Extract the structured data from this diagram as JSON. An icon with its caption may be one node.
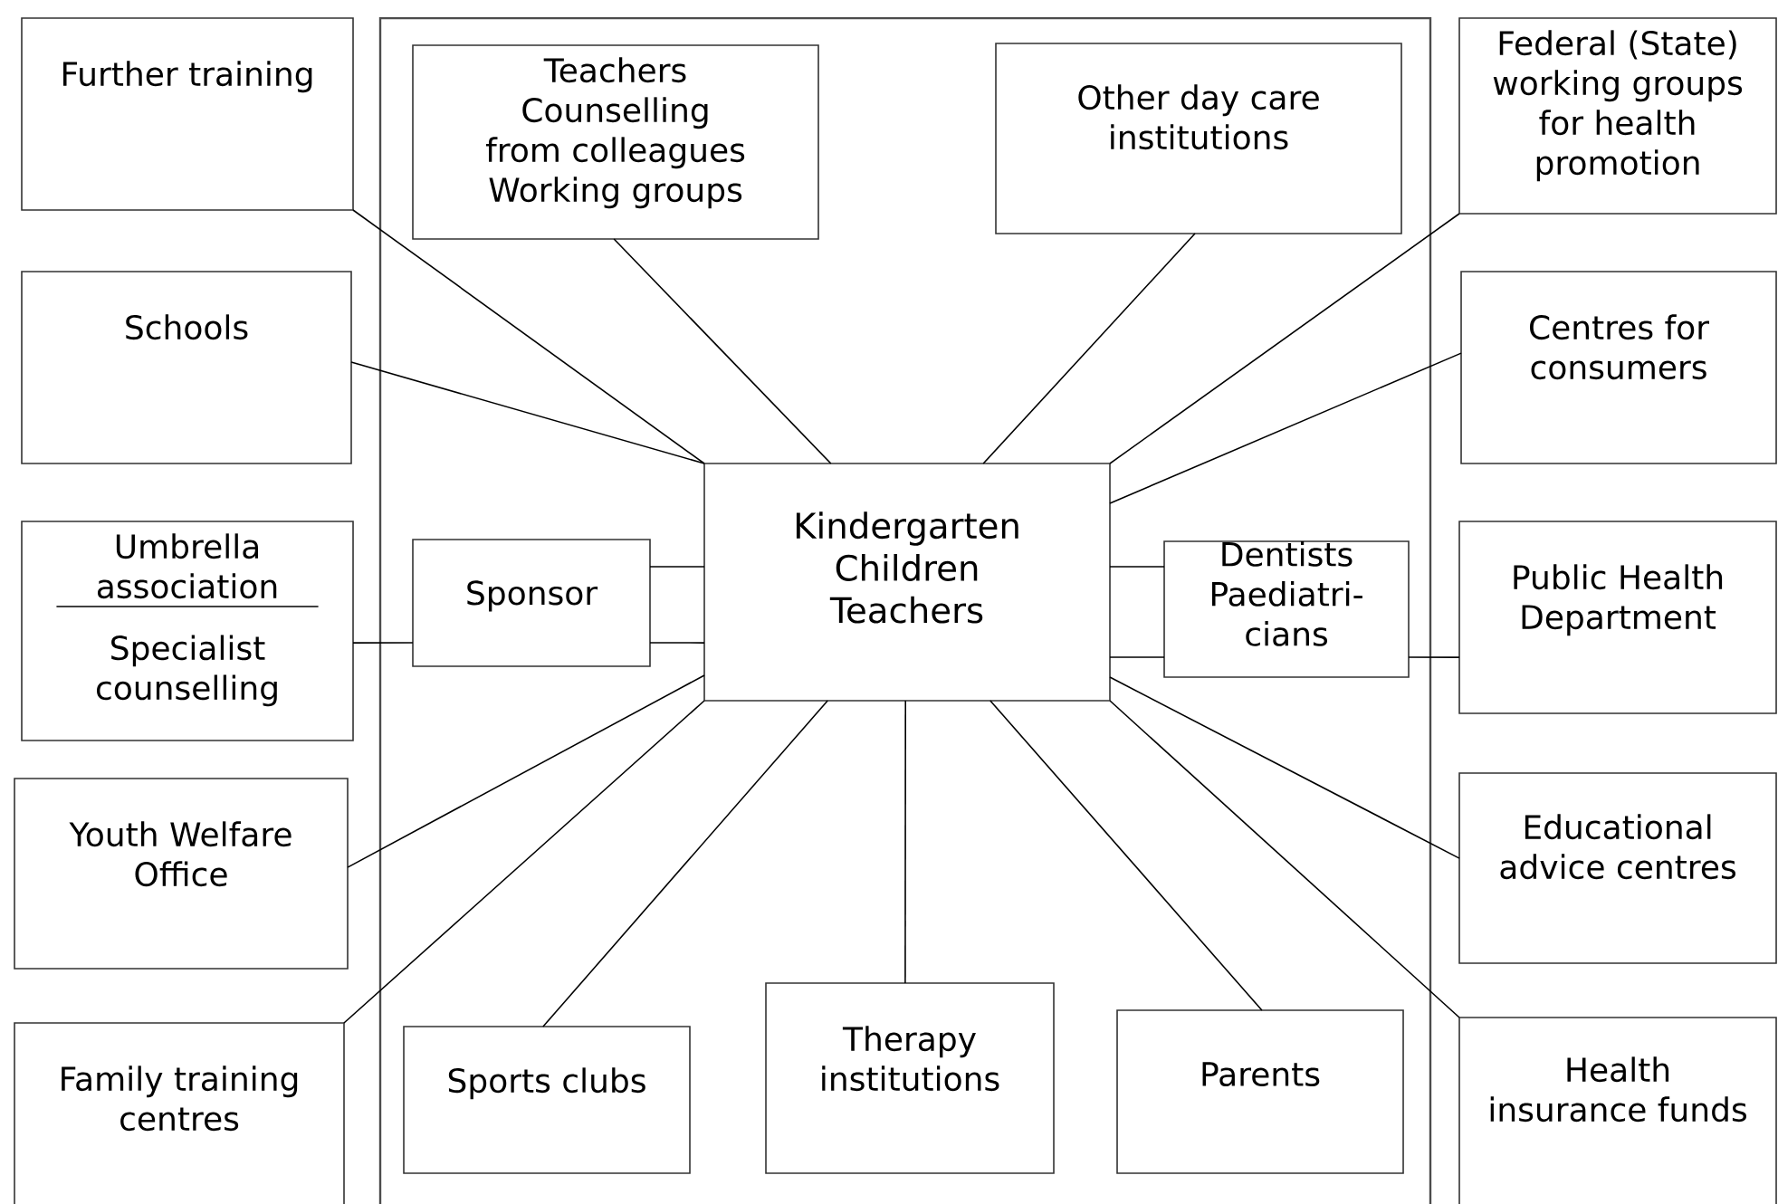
{
  "diagram": {
    "nodes": [
      {
        "text": [],
        "shape": "box"
      },
      {
        "text": [
          "Further training"
        ]
      },
      {
        "text": [
          "Teachers Counselling from colleagues Working groups"
        ],
        "in": 0
      },
      {
        "text": [
          "Other day care institutions"
        ],
        "in": 0
      },
      {
        "text": [
          "Federal (State) working groups for health promotion"
        ]
      },
      {
        "text": [
          "Schools"
        ]
      },
      {
        "text": [
          "Centres for consumers"
        ]
      },
      {
        "text": [
          "Kindergarten Children Teachers"
        ],
        "in": 0
      },
      {
        "text": [
          "Umbrella association",
          "Specialist counselling"
        ]
      },
      {
        "text": [
          "Sponsor"
        ],
        "in": 0
      },
      {
        "text": [
          "Dentists Paediatri- cians"
        ],
        "in": 0
      },
      {
        "text": [
          "Public Health Department"
        ]
      },
      {
        "text": [
          "Youth Welfare Office"
        ]
      },
      {
        "text": [
          "Educational advice centres"
        ]
      },
      {
        "text": [
          "Family training centres"
        ]
      },
      {
        "text": [
          "Sports clubs"
        ],
        "in": 0
      },
      {
        "text": [
          "Therapy institutions"
        ],
        "in": 0
      },
      {
        "text": [
          "Parents"
        ],
        "in": 0
      },
      {
        "text": [
          "Health insurance funds"
        ]
      }
    ],
    "edges": [
      {
        "from": 1,
        "to": 7,
        "arrow": "none"
      },
      {
        "from": 2,
        "to": 7,
        "arrow": "none"
      },
      {
        "from": 3,
        "to": 7,
        "arrow": "none"
      },
      {
        "from": 4,
        "to": 7,
        "arrow": "none"
      },
      {
        "from": 5,
        "to": 7,
        "arrow": "none"
      },
      {
        "from": 6,
        "to": 7,
        "arrow": "none"
      },
      {
        "from": 8,
        "to": 9,
        "arrow": "none"
      },
      {
        "from": 9,
        "to": 7,
        "arrow": "none"
      },
      {
        "from": 9,
        "to": 7,
        "arrow": "none"
      },
      {
        "from": 7,
        "to": 10,
        "arrow": "none"
      },
      {
        "from": 7,
        "to": 10,
        "arrow": "none"
      },
      {
        "from": 10,
        "to": 11,
        "arrow": "none"
      },
      {
        "from": 12,
        "to": 7,
        "arrow": "none"
      },
      {
        "from": 7,
        "to": 13,
        "arrow": "none"
      },
      {
        "from": 14,
        "to": 7,
        "arrow": "none"
      },
      {
        "from": 15,
        "to": 7,
        "arrow": "none"
      },
      {
        "from": 16,
        "to": 7,
        "arrow": "none"
      },
      {
        "from": 17,
        "to": 7,
        "arrow": "none"
      },
      {
        "from": 7,
        "to": 18,
        "arrow": "none"
      }
    ]
  }
}
